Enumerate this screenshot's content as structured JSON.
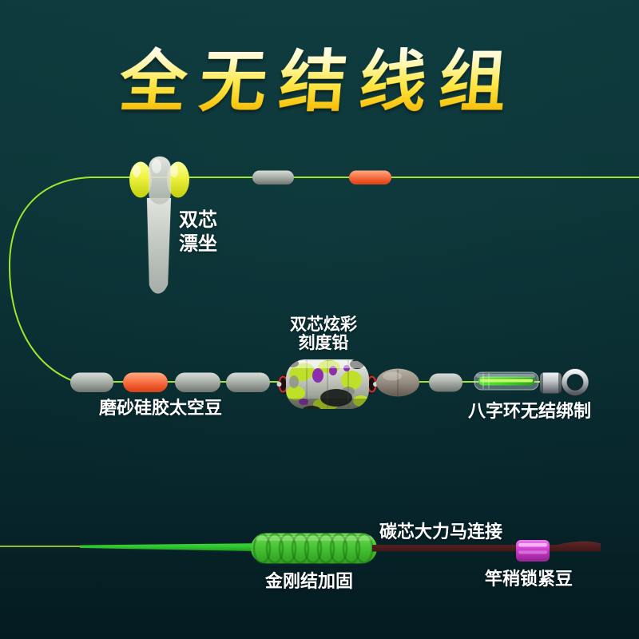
{
  "title": "全无结线组",
  "labels": {
    "float_seat_line1": "双芯",
    "float_seat_line2": "漂坐",
    "lead_line1": "双芯炫彩",
    "lead_line2": "刻度铅",
    "space_beans": "磨砂硅胶太空豆",
    "swivel": "八字环无结绑制",
    "braid_connection": "碳芯大力马连接",
    "knot": "金刚结加固",
    "tip_lock_bead": "竿稍锁紧豆"
  },
  "colors": {
    "background_top": "#0e3a3d",
    "background_bottom": "#041b21",
    "main_line_green": "#9fe52e",
    "title_gold_top": "#fffef2",
    "title_gold_bottom": "#efae10",
    "float_bead_yellow": "#eef23f",
    "float_stem_white": "#d9dcd4",
    "space_bean_gray": "#aab0aa",
    "space_bean_orange": "#ee5b2d",
    "lead_camo_green": "#bfe028",
    "lead_camo_purple": "#8b2fae",
    "lead_camo_dark": "#222823",
    "lead_cap_red": "#c43030",
    "olive_bead_gray": "#948b80",
    "sleeve_core_green": "#4ad32e",
    "swivel_silver": "#c2c8cc",
    "rod_green": "#2ec42e",
    "coil_green": "#46c133",
    "braid_maroon": "#4e1f1f",
    "tip_bead_magenta": "#cc3ecc",
    "label_white": "#ffffff"
  }
}
